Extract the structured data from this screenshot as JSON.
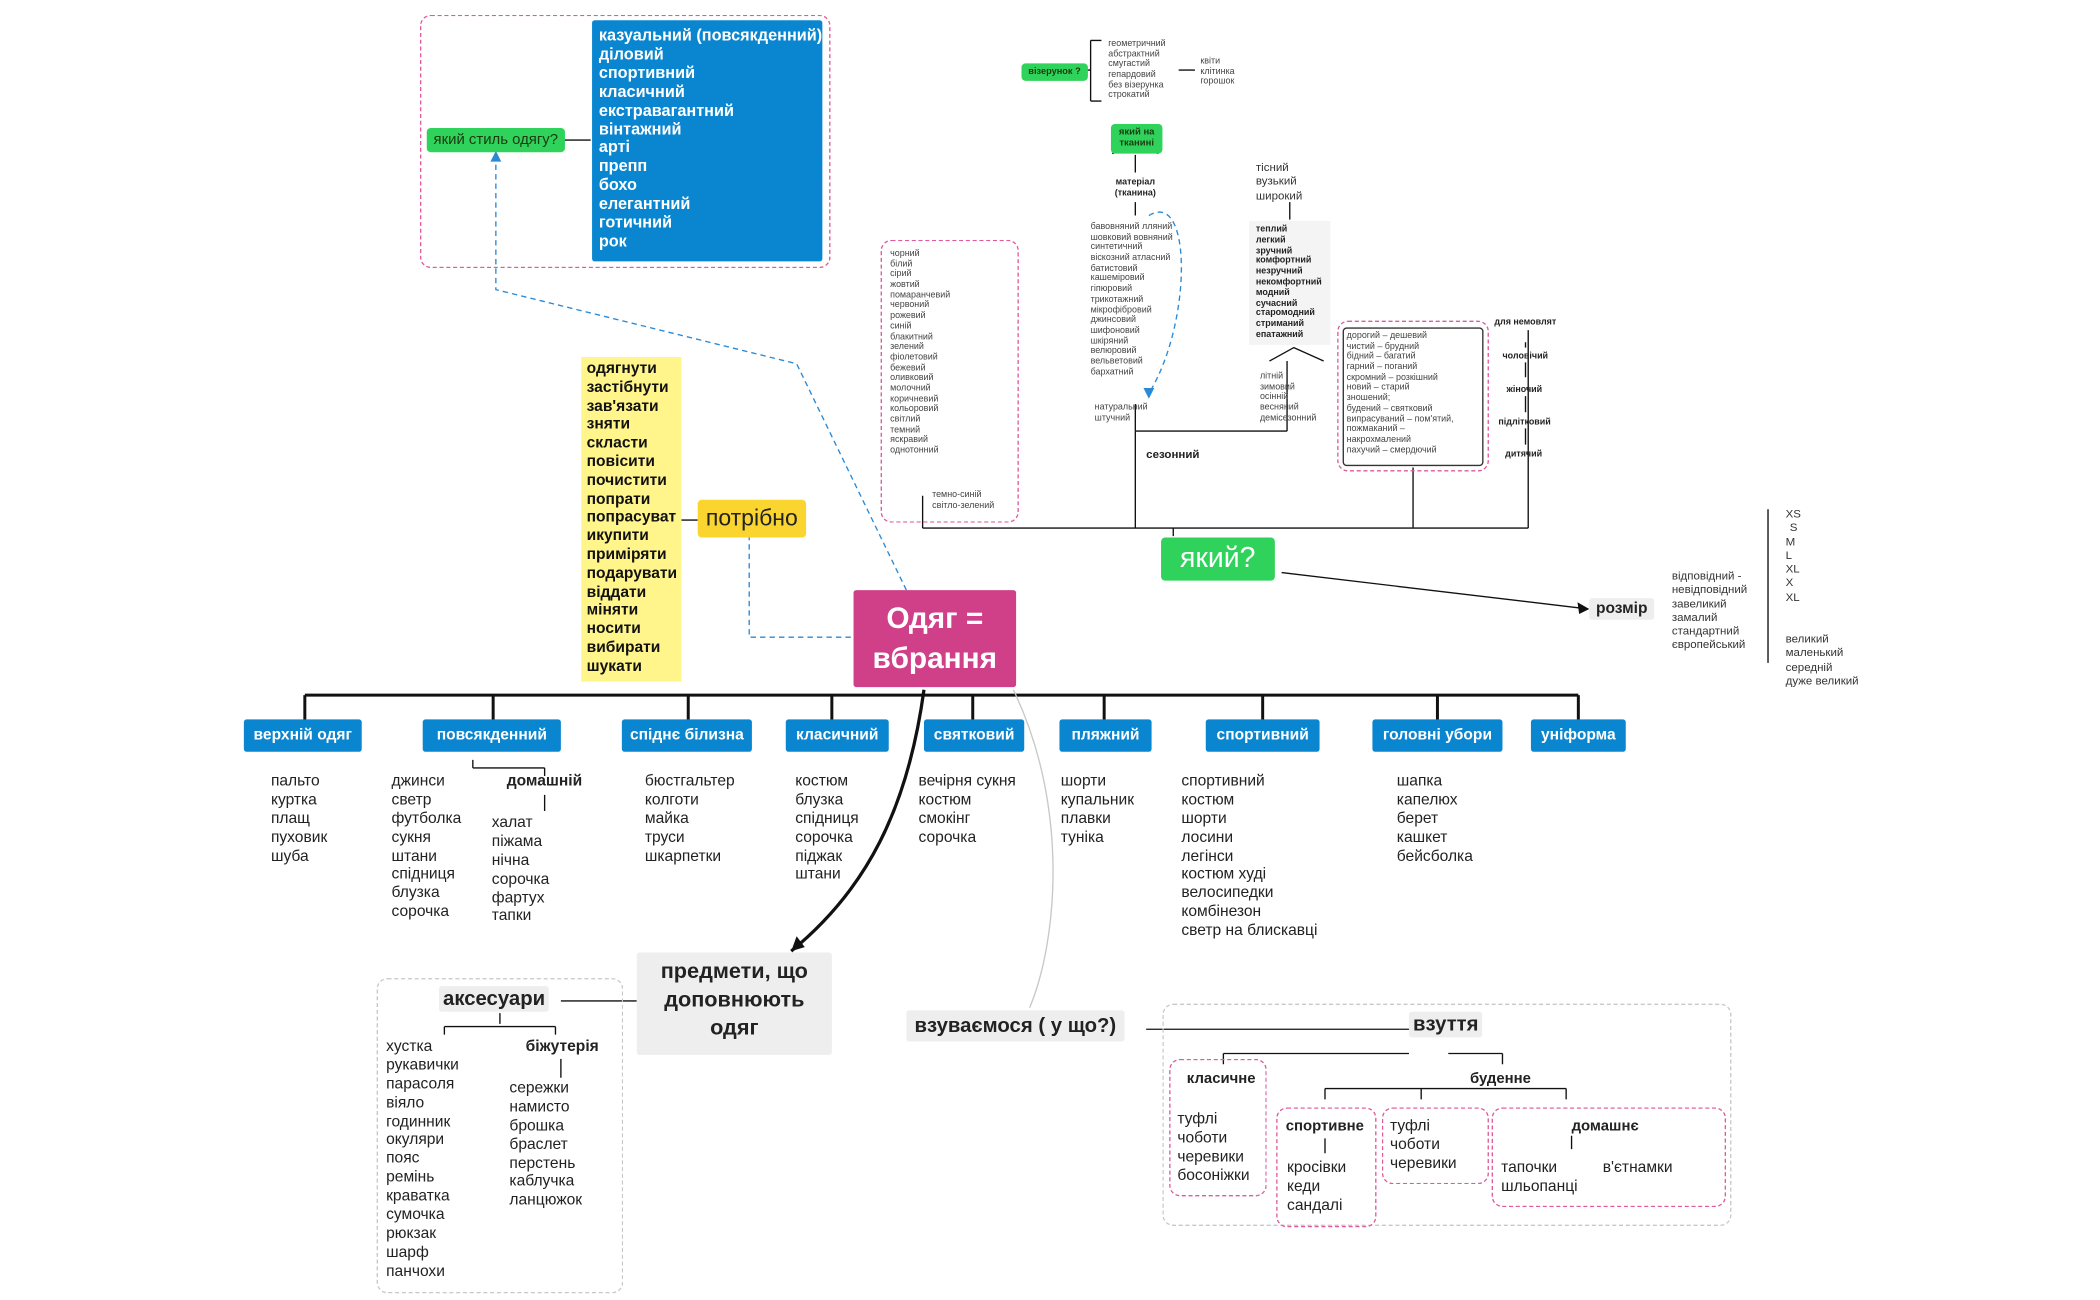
{
  "central": {
    "line1": "Одяг =",
    "line2": "вбрання"
  },
  "style": {
    "question": "який стиль одягу?",
    "items": [
      "казуальний (повсякденний)",
      "діловий",
      "спортивний",
      "класичний",
      "екстравагантний",
      "вінтажний",
      "арті",
      "препп",
      "бохо",
      "елегантний",
      "готичний",
      "рок"
    ]
  },
  "need": {
    "label": "потрібно",
    "verbs": [
      "одягнути",
      "застібнути",
      "зав'язати",
      "зняти",
      "скласти",
      "повісити",
      "почистити",
      "попрати",
      "попрасуват",
      "икупити",
      "приміряти",
      "подарувати",
      "віддати",
      "міняти",
      "носити",
      "вибирати",
      "шукати"
    ]
  },
  "which": {
    "label": "який?",
    "pattern": {
      "label": "візерунок ?",
      "items": [
        "геометричний",
        "абстрактний",
        "смугастий",
        "гепардовий",
        "без візерунка",
        "строкатий"
      ],
      "items2": [
        "квіти",
        "клітинка",
        "горошок"
      ]
    },
    "fabric_q": {
      "line1": "який на",
      "line2": "тканині"
    },
    "material": {
      "label1": "матеріал",
      "label2": "(тканина)",
      "items": [
        "бавовняний лляний",
        "шовковий вовняний",
        "синтетичний",
        "віскозний атласний",
        "батистовий",
        "кашеміровий",
        "гіпюровий",
        "трикотажний",
        "мікрофібровий",
        "джинсовий",
        "шифоновий",
        "шкіряний",
        "велюровий",
        "вельветовий",
        "бархатний"
      ],
      "natural": [
        "натуральний",
        "штучний"
      ]
    },
    "colors": {
      "items": [
        "чорний",
        "білий",
        "сірий",
        "жовтий",
        "помаранчевий",
        "червоний",
        "рожевий",
        "синій",
        "блакитний",
        "зелений",
        "фіолетовий",
        "бежевий",
        "оливковий",
        "молочний",
        "коричневий",
        "кольоровий",
        "світлий",
        "темний",
        "яскравий",
        "однотонний"
      ],
      "extra": [
        "темно-синій",
        "світло-зелений"
      ]
    },
    "fit": [
      "тісний",
      "вузький",
      "широкий"
    ],
    "qualities": [
      "теплий",
      "легкий",
      "зручний",
      "комфортний",
      "незручний",
      "некомфортний",
      "модний",
      "сучасний",
      "старомодний",
      "стриманий",
      "епатажний"
    ],
    "seasons": [
      "літній",
      "зимовий",
      "осінній",
      "весняний",
      "демісезонний"
    ],
    "seasonal_label": "сезонний",
    "antonyms": [
      "дорогий – дешевий",
      "чистий – брудний",
      "бідний – багатий",
      "гарний – поганий",
      "скромний – розкішний",
      "новий – старий",
      "зношений;",
      "будений – святковий",
      "випрасуваний – пом'ятий,",
      "пожмаканий –",
      "накрохмалений",
      "пахучий – смердючий"
    ],
    "who": [
      "для немовлят",
      "чоловічий",
      "жіночий",
      "підлітковий",
      "дитячий"
    ]
  },
  "size": {
    "label": "розмір",
    "fit_items": [
      "відповідний -",
      "невідповідний",
      "завеликий",
      "замалий",
      "стандартний",
      "європейський"
    ],
    "letters": [
      "XS",
      "S",
      "M",
      "L",
      "XL",
      "X",
      "XL"
    ],
    "words": [
      "великий",
      "маленький",
      "середній",
      "дуже великий"
    ]
  },
  "categories": [
    {
      "label": "верхній одяг",
      "items": [
        "пальто",
        "куртка",
        "плащ",
        "пуховик",
        "шуба"
      ]
    },
    {
      "label": "повсякденний",
      "items": [
        "джинси",
        "светр",
        "футболка",
        "сукня",
        "штани",
        "спідниця",
        "блузка",
        "сорочка"
      ]
    },
    {
      "label": "спіднє білизна",
      "items": [
        "бюстгальтер",
        "колготи",
        "майка",
        "труси",
        "шкарпетки"
      ]
    },
    {
      "label": "класичний",
      "items": [
        "костюм",
        "блузка",
        "спідниця",
        "сорочка",
        "піджак",
        "штани"
      ]
    },
    {
      "label": "святковий",
      "items": [
        "вечірня сукня",
        "костюм",
        "смокінг",
        "сорочка"
      ]
    },
    {
      "label": "пляжний",
      "items": [
        "шорти",
        "купальник",
        "плавки",
        "туніка"
      ]
    },
    {
      "label": "спортивний",
      "items": [
        "спортивний",
        "костюм",
        "шорти",
        "лосини",
        "легінси",
        "костюм худі",
        "велосипедки",
        "комбінезон",
        "светр на блискавці"
      ]
    },
    {
      "label": "головні убори",
      "items": [
        "шапка",
        "капелюх",
        "берет",
        "кашкет",
        "бейсболка"
      ]
    },
    {
      "label": "уніформа",
      "items": []
    }
  ],
  "home": {
    "label": "домашній",
    "items": [
      "халат",
      "піжама",
      "нічна",
      "сорочка",
      "фартух",
      "тапки"
    ]
  },
  "accessories": {
    "main": {
      "line1": "предмети, що",
      "line2": "доповнюють",
      "line3": "одяг"
    },
    "label": "аксесуари",
    "items": [
      "хустка",
      "рукавички",
      "парасоля",
      "віяло",
      "годинник",
      "окуляри",
      "пояс",
      "ремінь",
      "краватка",
      "сумочка",
      "рюкзак",
      "шарф",
      "панчохи"
    ],
    "jewelry_label": "біжутерія",
    "jewelry": [
      "сережки",
      "намисто",
      "брошка",
      "браслет",
      "перстень",
      "каблучка",
      "ланцюжок"
    ]
  },
  "shoes": {
    "question": "взуваємося ( у що?)",
    "label": "взуття",
    "classic_label": "класичне",
    "classic": [
      "туфлі",
      "чоботи",
      "черевики",
      "босоніжки"
    ],
    "everyday_label": "буденне",
    "sport_label": "спортивне",
    "sport": [
      "кросівки",
      "кеди",
      "сандалі"
    ],
    "everyday_items": [
      "туфлі",
      "чоботи",
      "черевики"
    ],
    "home_label": "домашнє",
    "home_items": [
      "тапочки",
      "шльопанці"
    ],
    "home_extra": "в'єтнамки"
  },
  "colors": {
    "central": "#d04088",
    "blue": "#0a86d1",
    "green": "#2fd25a",
    "yellow": "#fbd52f",
    "pale_yellow": "#fff58a",
    "pink_dash": "#e05a9c"
  }
}
